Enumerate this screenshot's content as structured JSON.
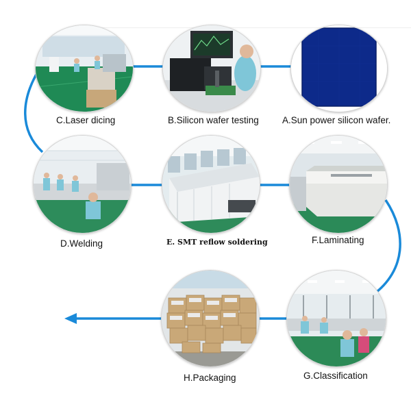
{
  "steps": [
    {
      "id": "A",
      "label": "A.Sun power silicon wafer."
    },
    {
      "id": "B",
      "label": "B.Silicon wafer testing"
    },
    {
      "id": "C",
      "label": "C.Laser dicing"
    },
    {
      "id": "D",
      "label": "D.Welding"
    },
    {
      "id": "E",
      "label": "E. SMT reflow soldering"
    },
    {
      "id": "F",
      "label": "F.Laminating"
    },
    {
      "id": "G",
      "label": "G.Classification"
    },
    {
      "id": "H",
      "label": "H.Packaging"
    }
  ],
  "colors": {
    "connector": "#1a8ad9",
    "wafer": "#0d2a8a",
    "floor": "#1f8a55",
    "wall": "#e8eef2",
    "box": "#c9a878"
  },
  "icons": {
    "direction": "arrow-left-icon"
  }
}
